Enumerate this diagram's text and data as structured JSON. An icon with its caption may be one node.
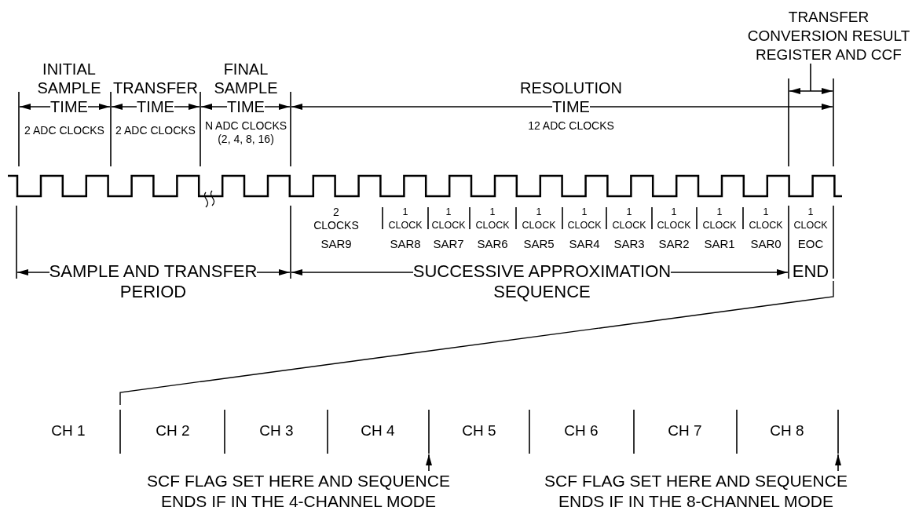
{
  "diagram": {
    "nodes": [
      {
        "text": [
          "TRANSFER CONVERSION RESULT REGISTER AND CCF"
        ]
      },
      {
        "text": [
          "SCF FLAG SET HERE AND SEQUENCE ENDS IF IN THE 4-CHANNEL MODE"
        ]
      },
      {
        "text": [
          "SCF FLAG SET HERE AND SEQUENCE ENDS IF IN THE 8-CHANNEL MODE"
        ]
      },
      {
        "text": [],
        "shape": "line"
      },
      {
        "text": [],
        "shape": "line"
      }
    ],
    "edges": [
      {
        "from": 0,
        "to": null,
        "arrow": "none"
      },
      {
        "from": 1,
        "to": 3,
        "arrow": "to"
      },
      {
        "from": 2,
        "to": 4,
        "arrow": "to"
      }
    ],
    "labels": [
      "INITIAL SAMPLE TIME",
      "TRANSFER TIME",
      "FINAL SAMPLE TIME",
      "RESOLUTION TIME",
      "2 ADC CLOCKS",
      "2 ADC CLOCKS",
      "N ADC CLOCKS (2, 4, 8, 16)",
      "12 ADC CLOCKS",
      "2 CLOCKS",
      "1 CLOCK",
      "1 CLOCK",
      "1 CLOCK",
      "1 CLOCK",
      "1 CLOCK",
      "1 CLOCK",
      "1 CLOCK",
      "1 CLOCK",
      "1 CLOCK",
      "1 CLOCK",
      "SAR9",
      "SAR8",
      "SAR7",
      "SAR6",
      "SAR5",
      "SAR4",
      "SAR3",
      "SAR2",
      "SAR1",
      "SAR0",
      "EOC",
      "SAMPLE AND TRANSFER PERIOD",
      "SUCCESSIVE APPROXIMATION SEQUENCE",
      "END",
      "CH 1",
      "CH 2",
      "CH 3",
      "CH 4",
      "CH 5",
      "CH 6",
      "CH 7",
      "CH 8"
    ]
  }
}
